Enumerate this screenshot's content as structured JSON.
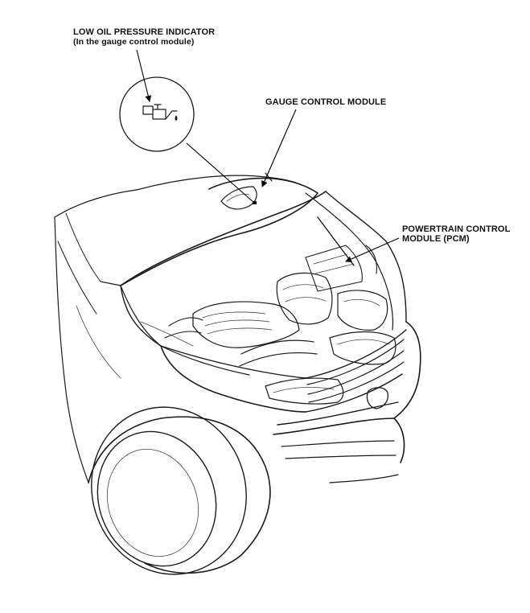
{
  "labels": {
    "oil_indicator_title": "LOW OIL PRESSURE INDICATOR",
    "oil_indicator_sub": "(In the gauge control module)",
    "gauge_module": "GAUGE CONTROL MODULE",
    "pcm_line1": "POWERTRAIN CONTROL",
    "pcm_line2": "MODULE (PCM)"
  },
  "icons": {
    "oil_pressure": "oil-can-icon"
  }
}
